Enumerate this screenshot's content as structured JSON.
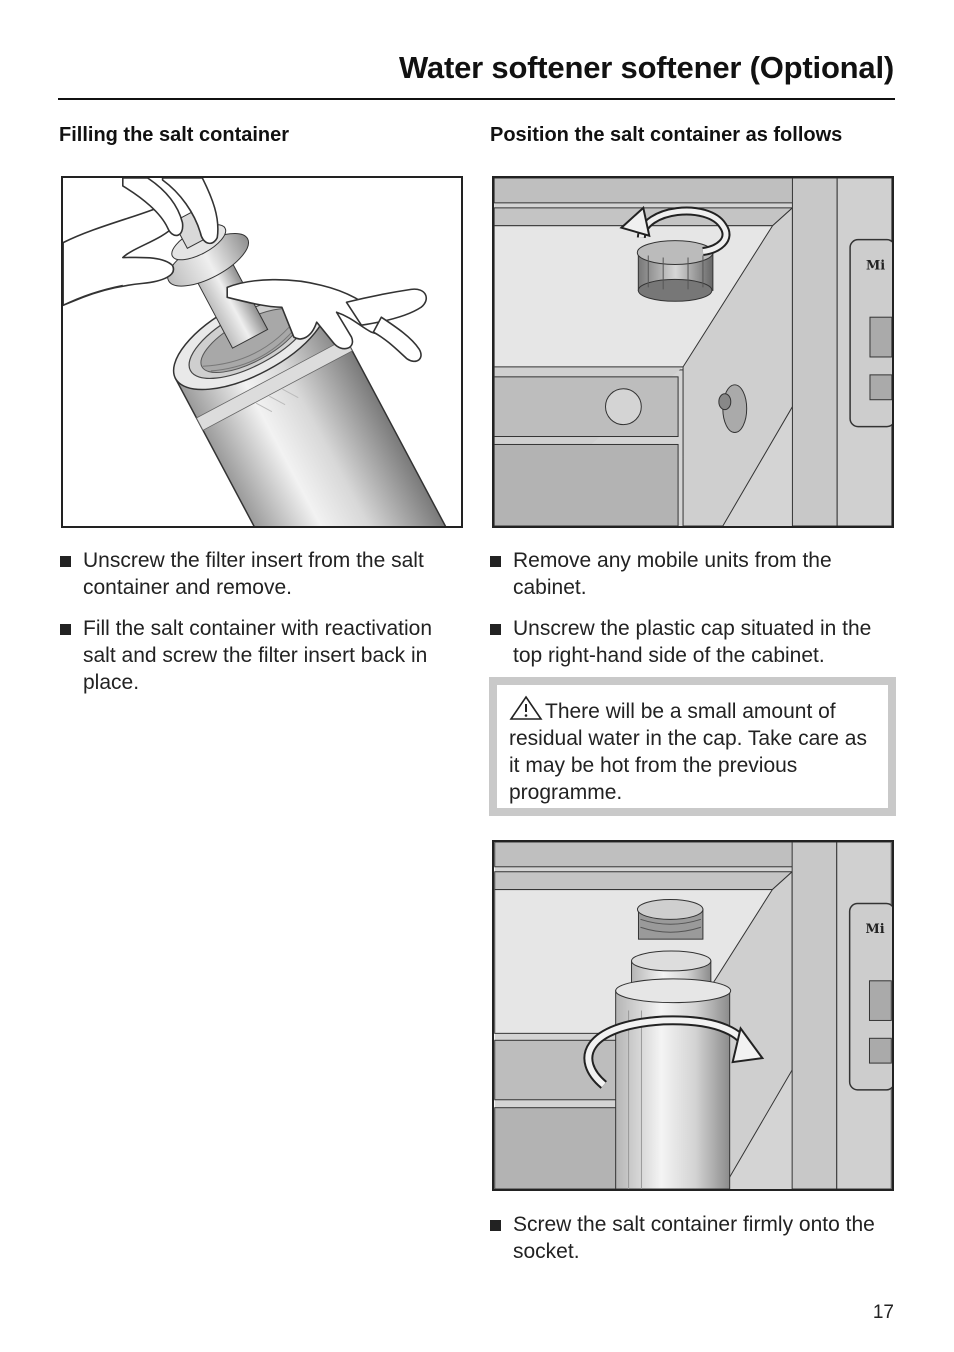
{
  "page": {
    "title": "Water softener softener (Optional)",
    "page_number": "17"
  },
  "left_column": {
    "heading": "Filling the salt container",
    "figure_icon": "hands-unscrewing-filter-illustration",
    "bullets": [
      "Unscrew the filter insert from the salt container and remove.",
      "Fill the salt container with reactivation salt and screw the filter insert back in place."
    ]
  },
  "right_column": {
    "heading": "Position the salt container as follows",
    "figure1_icon": "cabinet-cap-unscrew-illustration",
    "bullets": [
      "Remove any mobile units from the cabinet.",
      "Unscrew the plastic cap situated in the top right-hand side of the cabinet."
    ],
    "warning": {
      "icon": "warning-triangle-icon",
      "text": "There will be a small amount of residual water in the cap. Take care as it may be hot from the previous programme."
    },
    "figure2_icon": "salt-container-screw-on-illustration",
    "final_bullet": "Screw the salt container firmly onto the socket.",
    "brand_mark": "Mi"
  }
}
